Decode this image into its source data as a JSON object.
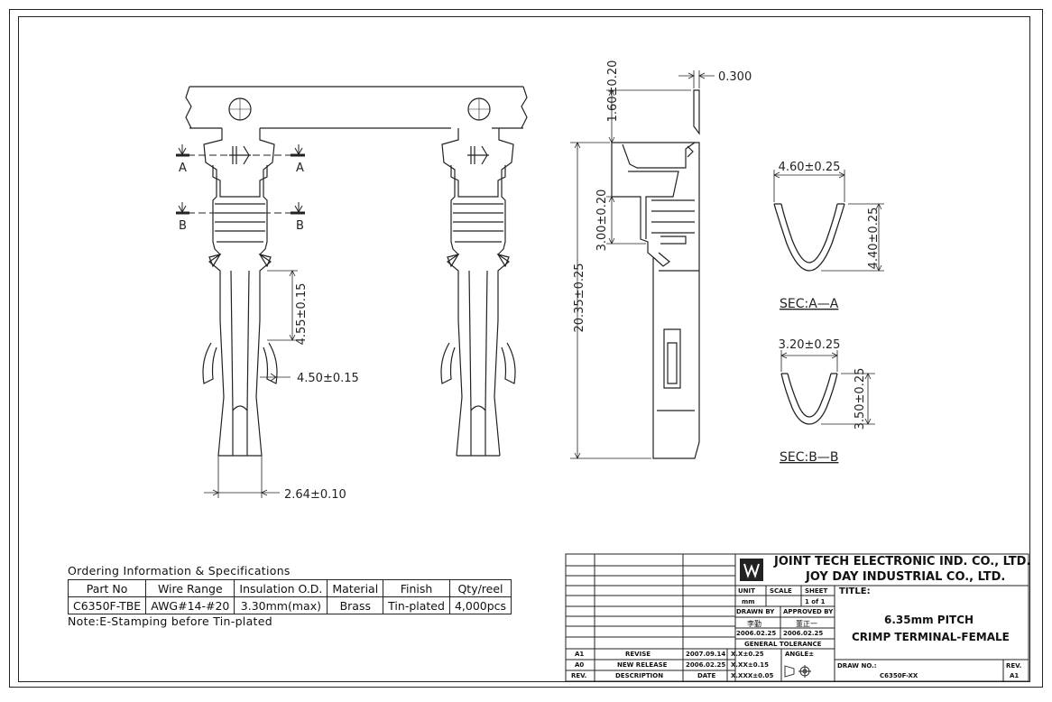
{
  "dimensions": {
    "d1": "4.55±0.15",
    "d2": "4.50±0.15",
    "d3": "2.64±0.10",
    "d4": "0.300",
    "d5": "1.60±0.20",
    "d6": "3.00±0.20",
    "d7": "20.35±0.25",
    "d8": "4.60±0.25",
    "d9": "4.40±0.25",
    "d10": "3.20±0.25",
    "d11": "3.50±0.25"
  },
  "section_labels": {
    "a": "A",
    "b": "B",
    "sec_a": "SEC:A—A",
    "sec_b": "SEC:B—B"
  },
  "ordering": {
    "title": "Ordering Information & Specifications",
    "headers": [
      "Part No",
      "Wire Range",
      "Insulation O.D.",
      "Material",
      "Finish",
      "Qty/reel"
    ],
    "row": [
      "C6350F-TBE",
      "AWG#14-#20",
      "3.30mm(max)",
      "Brass",
      "Tin-plated",
      "4,000pcs"
    ],
    "note": "Note:E-Stamping before Tin-plated"
  },
  "title_block": {
    "company1": "JOINT TECH ELECTRONIC IND. CO., LTD.",
    "company2": "JOY DAY INDUSTRIAL CO., LTD.",
    "unit_label": "UNIT",
    "unit_value": "mm",
    "scale_label": "SCALE",
    "sheet_label": "SHEET",
    "sheet_value": "1 of 1",
    "title_label": "TITLE:",
    "title_line1": "6.35mm PITCH",
    "title_line2": "CRIMP TERMINAL-FEMALE",
    "drawn_by_label": "DRAWN BY",
    "drawn_by_name": "李勤",
    "drawn_by_date": "2006.02.25",
    "approved_by_label": "APPROVED BY",
    "approved_by_name": "董正一",
    "approved_by_date": "2006.02.25",
    "general_tolerance": "GENERAL TOLERANCE",
    "tol1": "X.X±0.25",
    "tol2": "X.XX±0.15",
    "tol3": "X.XXX±0.05",
    "angle_label": "ANGLE±",
    "draw_no_label": "DRAW NO.:",
    "draw_no_value": "C6350F-XX",
    "rev_label": "REV.",
    "rev_value": "A1",
    "revisions": [
      {
        "rev": "A1",
        "desc": "REVISE",
        "date": "2007.09.14"
      },
      {
        "rev": "A0",
        "desc": "NEW RELEASE",
        "date": "2006.02.25"
      }
    ],
    "rev_header": {
      "rev": "REV.",
      "desc": "DESCRIPTION",
      "date": "DATE"
    }
  }
}
